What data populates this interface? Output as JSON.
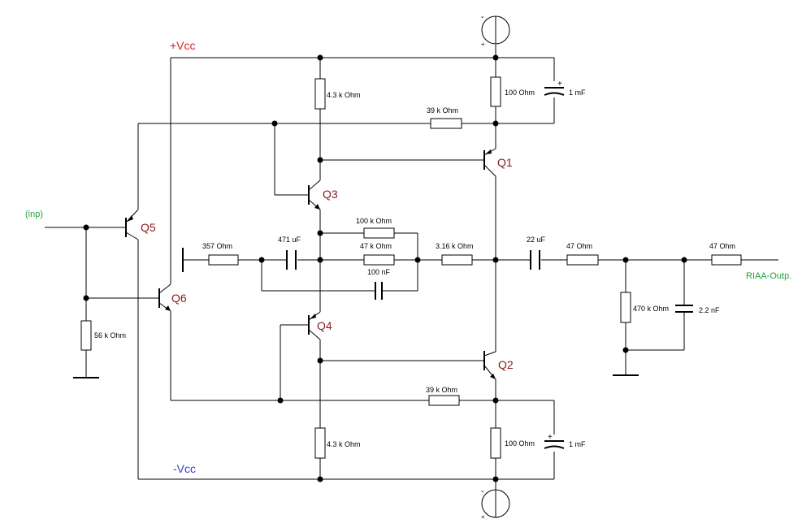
{
  "supply": {
    "positive": "+Vcc",
    "negative": "-Vcc"
  },
  "ports": {
    "input": "(inp)",
    "output": "RIAA-Outp."
  },
  "transistors": {
    "q1": "Q1",
    "q2": "Q2",
    "q3": "Q3",
    "q4": "Q4",
    "q5": "Q5",
    "q6": "Q6"
  },
  "resistors": {
    "r_top_q3": "4.3 k Ohm",
    "r_top_q1": "100  Ohm",
    "r_fb_top": "39 k Ohm",
    "r_fb_bottom": "39 k Ohm",
    "r_bot_q4": "4.3 k Ohm",
    "r_bot_q2": "100  Ohm",
    "r_in": "357  Ohm",
    "r_par_100k": "100 k Ohm",
    "r_par_47k": "47 k Ohm",
    "r_mid": "3.16 k Ohm",
    "r_out1": "47  Ohm",
    "r_out2": "47  Ohm",
    "r_shunt": "470 k Ohm",
    "r_bias": "56 k Ohm"
  },
  "capacitors": {
    "c_top": "1 mF",
    "c_bottom": "1 mF",
    "c_in": "471 uF",
    "c_par": "100 nF",
    "c_out": "22 uF",
    "c_shunt": "2.2 nF"
  },
  "source_marks": {
    "top_minus": "-",
    "top_plus": "+",
    "bottom_minus": "-",
    "bottom_plus": "+",
    "cap_plus": "+"
  }
}
